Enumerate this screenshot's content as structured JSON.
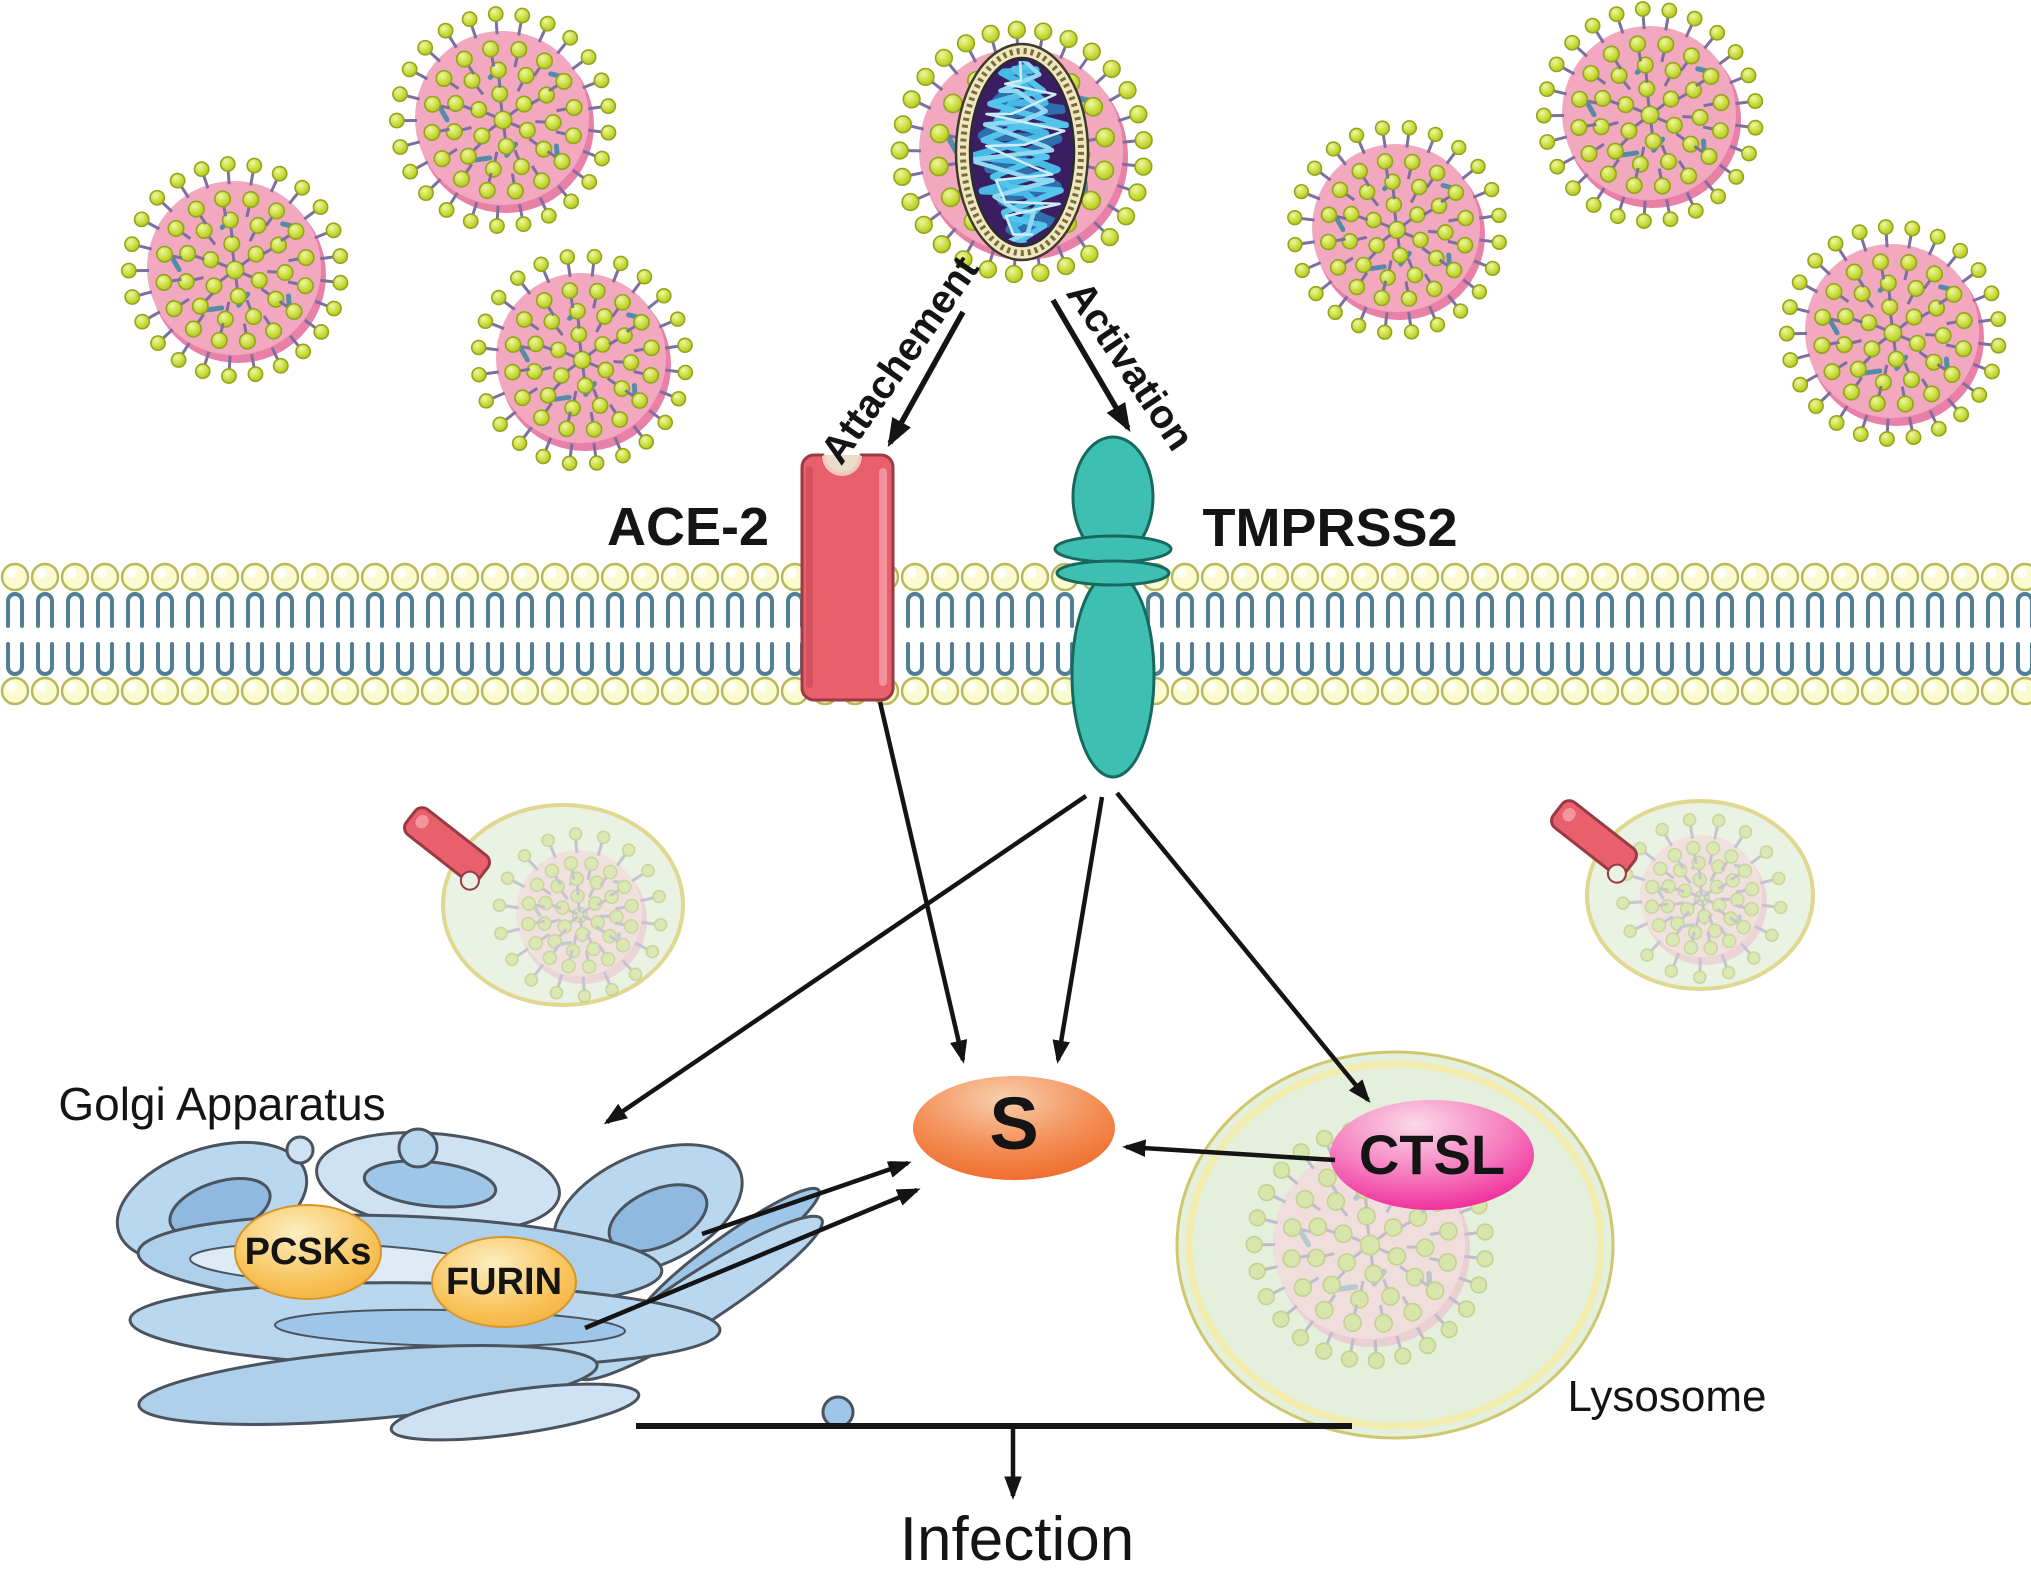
{
  "figure_type": "pathway-diagram",
  "labels": {
    "attachment": "Attachement",
    "activation": "Activation",
    "ace2": "ACE-2",
    "tmprss2": "TMPRSS2",
    "golgi": "Golgi Apparatus",
    "pcsks": "PCSKs",
    "furin": "FURIN",
    "spike": "S",
    "ctsl": "CTSL",
    "lysosome": "Lysosome",
    "infection": "Infection"
  },
  "relations": [
    {
      "from": "virion",
      "to": "ACE-2",
      "label": "Attachement"
    },
    {
      "from": "virion",
      "to": "TMPRSS2",
      "label": "Activation"
    },
    {
      "from": "ACE-2",
      "to": "S",
      "label": ""
    },
    {
      "from": "TMPRSS2",
      "to": "Golgi Apparatus",
      "label": ""
    },
    {
      "from": "TMPRSS2",
      "to": "S",
      "label": ""
    },
    {
      "from": "TMPRSS2",
      "to": "Lysosome",
      "label": ""
    },
    {
      "from": "Golgi Apparatus PCSKs",
      "to": "S",
      "label": ""
    },
    {
      "from": "Golgi Apparatus FURIN",
      "to": "S",
      "label": ""
    },
    {
      "from": "Lysosome CTSL",
      "to": "S",
      "label": ""
    },
    {
      "from": "S",
      "to": "Infection",
      "label": ""
    }
  ],
  "colors": {
    "virus_body": "#f2a9c0",
    "virus_rim": "#e980a8",
    "spike_ball": "#c8da36",
    "spike_ball_edge": "#93a51d",
    "spike_stalk": "#7d6f9e",
    "protein_rod": "#4b89a6",
    "faded_body": "#f3dade",
    "faded_ball": "#d6e4a0",
    "capsid_ring": "#efe7c0",
    "capsid_core": "#3a1e61",
    "rna": "#46b9e6",
    "membrane_head": "#fbfbd2",
    "membrane_head_edge": "#b9b95c",
    "membrane_tail": "#4f7f96",
    "ace2": "#e8606b",
    "ace2_edge": "#9a3a44",
    "tmprss2": "#3fbfb2",
    "tmprss2_edge": "#17695e",
    "s_oval": "#ee5c17",
    "ctsl_oval": "#ee1b92",
    "enzyme_oval": "#f8c35a",
    "enzyme_edge": "#d9952b",
    "golgi": "#b9d7ee",
    "golgi_edge": "#4b545e",
    "lysosome": "#e4efdc",
    "lysosome_edge": "#cfc76e",
    "endosome": "#eaf2e4",
    "endosome_edge": "#e0d890",
    "ink": "#141414"
  }
}
